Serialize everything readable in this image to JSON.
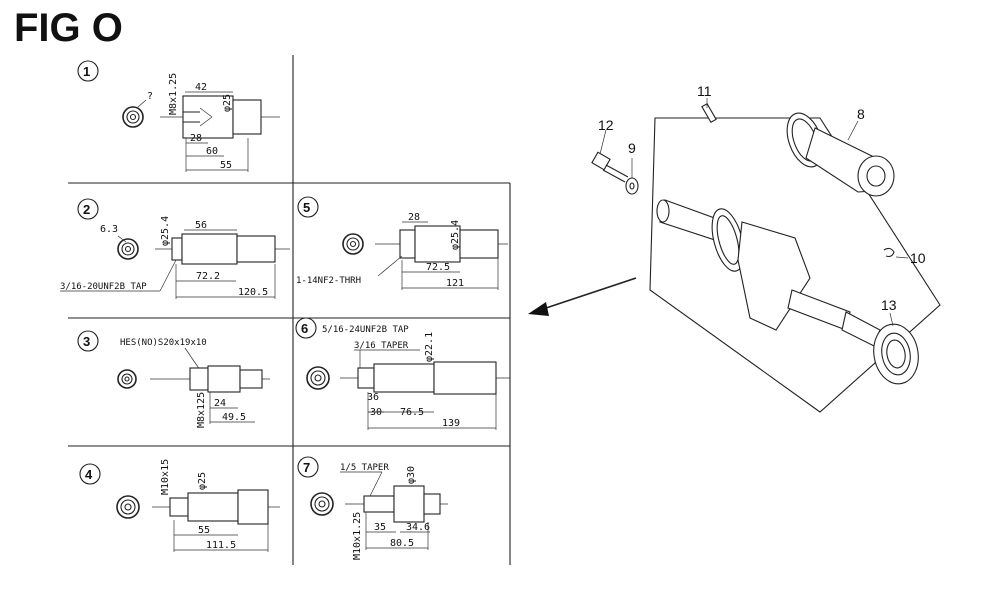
{
  "title": "FIG O",
  "variants": [
    {
      "num": "1",
      "labels": [
        "M8x1.25",
        "42",
        "φ25",
        "28",
        "60",
        "55",
        "?"
      ]
    },
    {
      "num": "2",
      "labels": [
        "6.3",
        "φ25.4",
        "56",
        "3/16-20UNF2B TAP",
        "72.2",
        "120.5"
      ]
    },
    {
      "num": "3",
      "labels": [
        "HES(NO)S20x19x10",
        "24",
        "M8x125",
        "49.5"
      ]
    },
    {
      "num": "4",
      "labels": [
        "M10x15",
        "φ25",
        "55",
        "111.5"
      ]
    },
    {
      "num": "5",
      "labels": [
        "28",
        "φ25.4",
        "1-14NF2-THRH",
        "72.5",
        "121"
      ]
    },
    {
      "num": "6",
      "labels": [
        "5/16-24UNF2B TAP",
        "3/16 TAPER",
        "φ22.1",
        "36",
        "30",
        "76.5",
        "139"
      ]
    },
    {
      "num": "7",
      "labels": [
        "1/5 TAPER",
        "φ30",
        "35",
        "34.6",
        "M10x1.25",
        "80.5"
      ]
    }
  ],
  "callouts": [
    "11",
    "12",
    "9",
    "8",
    "10",
    "13"
  ]
}
